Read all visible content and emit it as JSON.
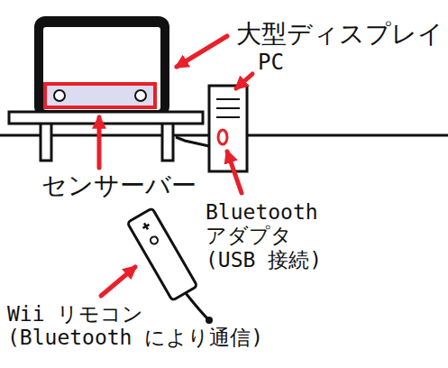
{
  "diagram": {
    "labels": [
      "大型ディスプレイ",
      "PC",
      "センサーバー",
      "Bluetooth アダプタ (USB 接続)",
      "Wii リモコン (Bluetooth により通信)"
    ]
  }
}
